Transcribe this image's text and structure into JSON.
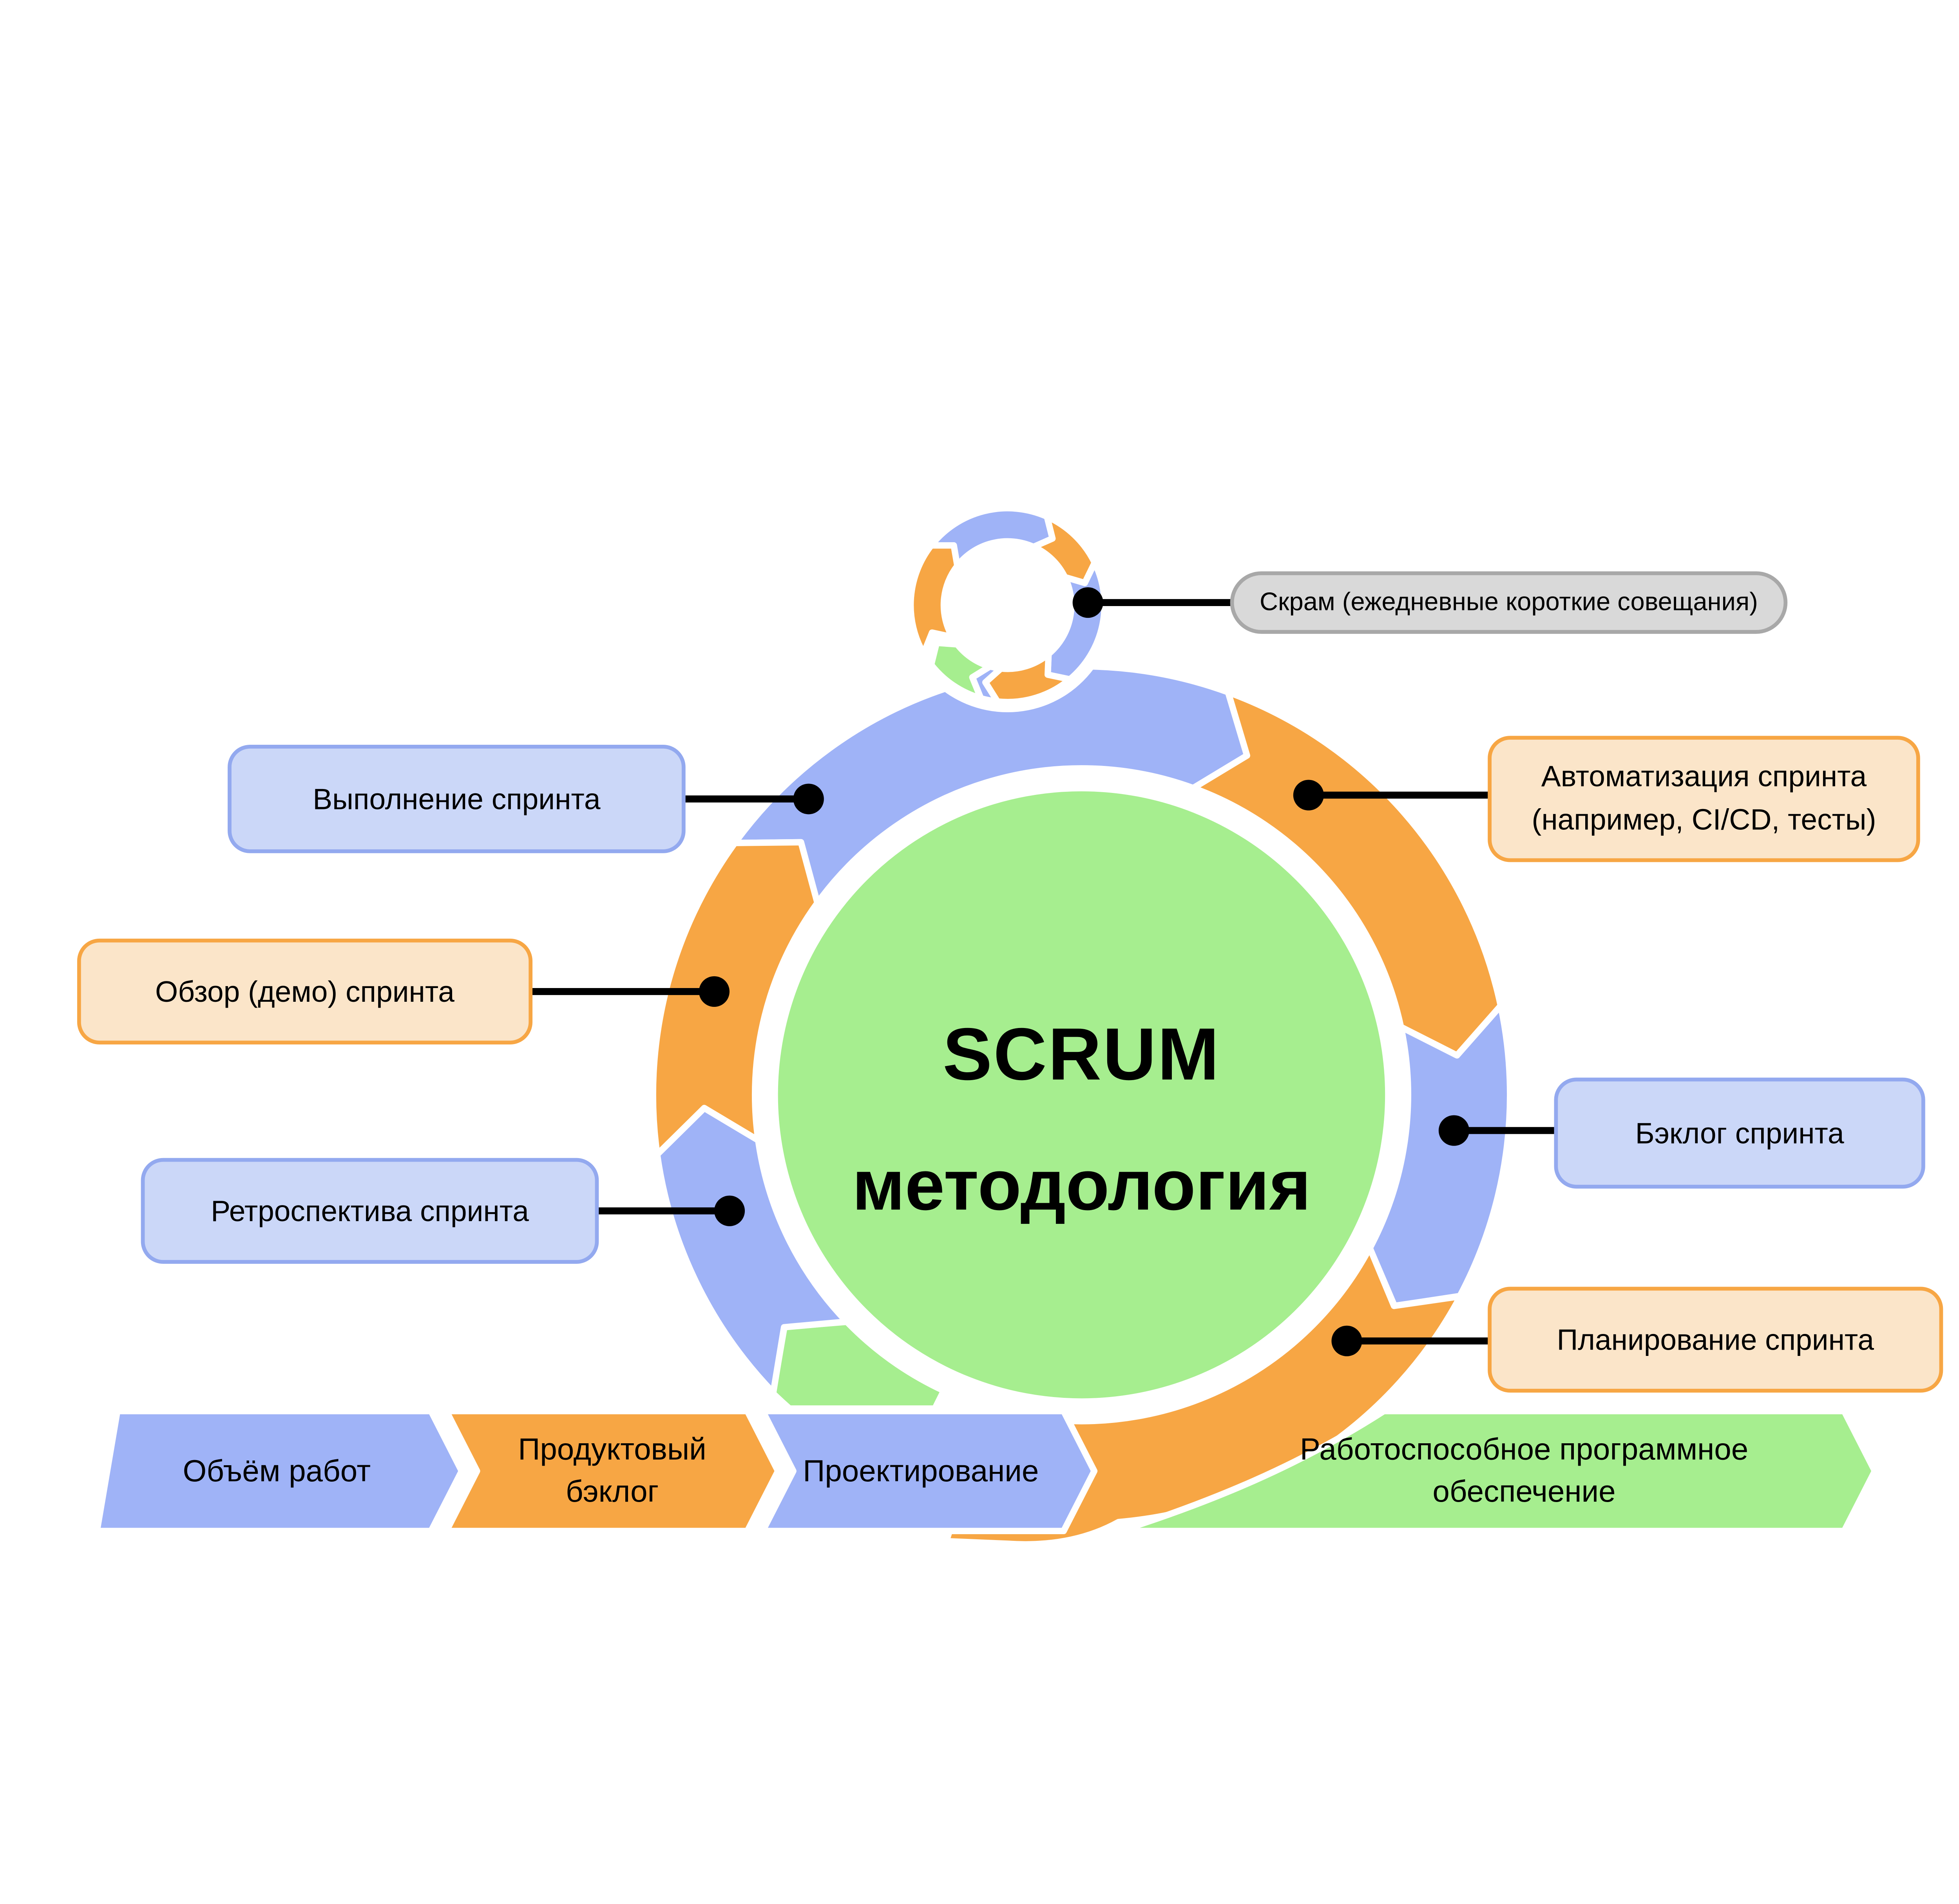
{
  "palette": {
    "blue": "#9FB3F7",
    "orange": "#F7A644",
    "green": "#A6EE8F",
    "blue_box_fill": "#CBD7F8",
    "blue_box_border": "#93A9EF",
    "peach_box_fill": "#FBE5C9",
    "peach_box_border": "#F7A644",
    "gray_box_fill": "#D9D9D9",
    "gray_box_border": "#A8A8A8",
    "text": "#000000",
    "background": "#FFFFFF"
  },
  "center": {
    "line1": "SCRUM",
    "line2": "методология"
  },
  "callouts": {
    "skram": {
      "label": "Скрам (ежедневные короткие совещания)"
    },
    "vypolnenie": {
      "label": "Выполнение спринта"
    },
    "avtomatizaciya": {
      "lines": [
        "Автоматизация спринта",
        "(например, CI/CD, тесты)"
      ]
    },
    "obzor": {
      "label": "Обзор (демо) спринта"
    },
    "backlog": {
      "label": "Бэклог спринта"
    },
    "retrospektiva": {
      "label": "Ретроспектива спринта"
    },
    "planirovanie": {
      "label": "Планирование спринта"
    }
  },
  "banner": {
    "segments": [
      {
        "label": "Объём работ",
        "color": "blue"
      },
      {
        "lines": [
          "Продуктовый",
          "бэклог"
        ],
        "color": "orange"
      },
      {
        "label": "Проектирование",
        "color": "blue"
      },
      {
        "lines": [
          "Работоспособное программное",
          "обеспечение"
        ],
        "color": "green"
      }
    ]
  }
}
